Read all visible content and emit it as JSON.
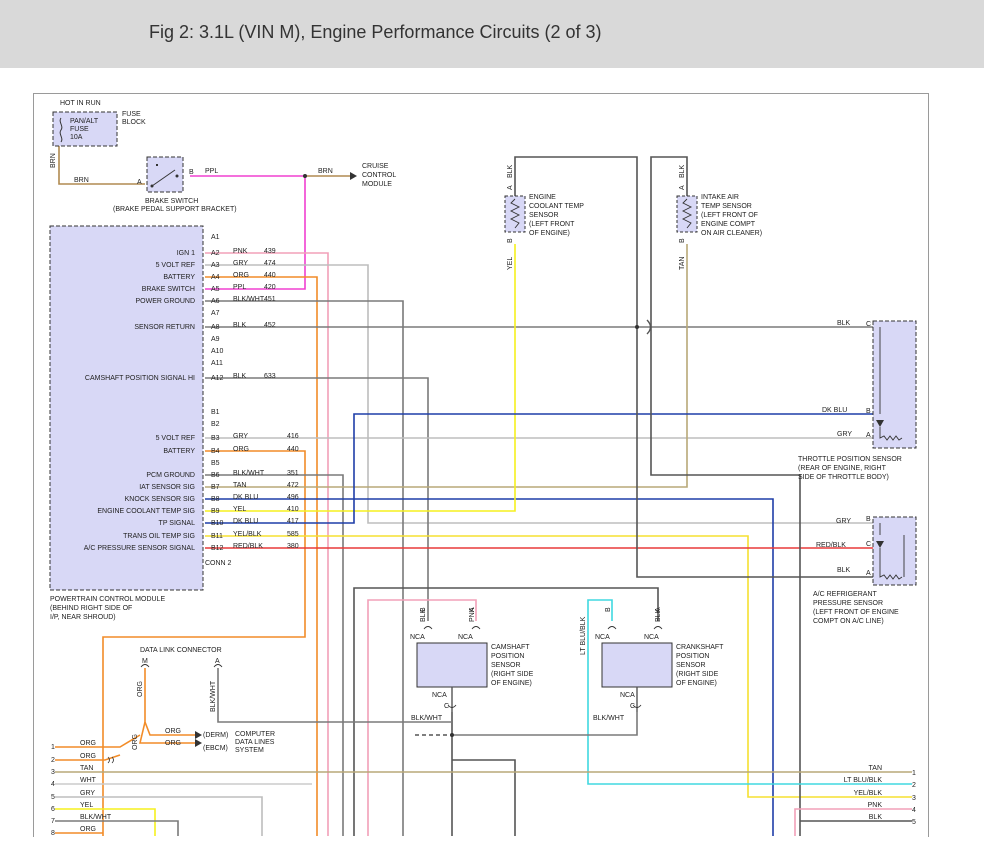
{
  "header": {
    "title": "Fig 2: 3.1L (VIN M), Engine Performance Circuits (2 of 3)"
  },
  "fuse": {
    "hot_in_run": "HOT IN RUN",
    "label_l1": "PAN/ALT",
    "label_l2": "FUSE",
    "label_l3": "10A",
    "block_l1": "FUSE",
    "block_l2": "BLOCK"
  },
  "brake_switch": {
    "title": "BRAKE SWITCH",
    "location": "(BRAKE PEDAL SUPPORT BRACKET)",
    "pin_a": "A",
    "pin_b": "B",
    "wire_in": "BRN",
    "wire_out": "PPL",
    "wire_cruise": "BRN",
    "wire_fuse": "BRN"
  },
  "cruise_module": {
    "l1": "CRUISE",
    "l2": "CONTROL",
    "l3": "MODULE"
  },
  "pcm": {
    "title_l1": "POWERTRAIN CONTROL MODULE",
    "title_l2": "(BEHIND RIGHT SIDE OF",
    "title_l3": "I/P, NEAR SHROUD)",
    "conn2": "CONN 2",
    "conn_a": [
      {
        "pin": "A1",
        "name": "",
        "color": "",
        "circuit": ""
      },
      {
        "pin": "A2",
        "name": "IGN 1",
        "color": "PNK",
        "circuit": "439"
      },
      {
        "pin": "A3",
        "name": "5 VOLT REF",
        "color": "GRY",
        "circuit": "474"
      },
      {
        "pin": "A4",
        "name": "BATTERY",
        "color": "ORG",
        "circuit": "440"
      },
      {
        "pin": "A5",
        "name": "BRAKE SWITCH",
        "color": "PPL",
        "circuit": "420"
      },
      {
        "pin": "A6",
        "name": "POWER GROUND",
        "color": "BLK/WHT",
        "circuit": "451"
      },
      {
        "pin": "A7",
        "name": "",
        "color": "",
        "circuit": ""
      },
      {
        "pin": "A8",
        "name": "SENSOR RETURN",
        "color": "BLK",
        "circuit": "452"
      },
      {
        "pin": "A9",
        "name": "",
        "color": "",
        "circuit": ""
      },
      {
        "pin": "A10",
        "name": "",
        "color": "",
        "circuit": ""
      },
      {
        "pin": "A11",
        "name": "",
        "color": "",
        "circuit": ""
      },
      {
        "pin": "A12",
        "name": "CAMSHAFT POSITION SIGNAL HI",
        "color": "BLK",
        "circuit": "633"
      }
    ],
    "conn_b": [
      {
        "pin": "B1",
        "name": "",
        "color": "",
        "circuit": ""
      },
      {
        "pin": "B2",
        "name": "",
        "color": "",
        "circuit": ""
      },
      {
        "pin": "B3",
        "name": "5 VOLT REF",
        "color": "GRY",
        "circuit": "416"
      },
      {
        "pin": "B4",
        "name": "BATTERY",
        "color": "ORG",
        "circuit": "440"
      },
      {
        "pin": "B5",
        "name": "",
        "color": "",
        "circuit": ""
      },
      {
        "pin": "B6",
        "name": "PCM GROUND",
        "color": "BLK/WHT",
        "circuit": "351"
      },
      {
        "pin": "B7",
        "name": "IAT SENSOR SIG",
        "color": "TAN",
        "circuit": "472"
      },
      {
        "pin": "B8",
        "name": "KNOCK SENSOR SIG",
        "color": "DK BLU",
        "circuit": "496"
      },
      {
        "pin": "B9",
        "name": "ENGINE COOLANT TEMP SIG",
        "color": "YEL",
        "circuit": "410"
      },
      {
        "pin": "B10",
        "name": "TP SIGNAL",
        "color": "DK BLU",
        "circuit": "417"
      },
      {
        "pin": "B11",
        "name": "TRANS OIL TEMP SIG",
        "color": "YEL/BLK",
        "circuit": "585"
      },
      {
        "pin": "B12",
        "name": "A/C PRESSURE SENSOR SIGNAL",
        "color": "RED/BLK",
        "circuit": "380"
      }
    ]
  },
  "ect_sensor": {
    "l1": "ENGINE",
    "l2": "COOLANT TEMP",
    "l3": "SENSOR",
    "l4": "(LEFT FRONT",
    "l5": "OF ENGINE)",
    "pin_a": "A",
    "pin_b": "B",
    "wire_a": "BLK",
    "wire_b": "YEL"
  },
  "iat_sensor": {
    "l1": "INTAKE AIR",
    "l2": "TEMP SENSOR",
    "l3": "(LEFT FRONT OF",
    "l4": "ENGINE COMPT",
    "l5": "ON AIR CLEANER)",
    "pin_a": "A",
    "pin_b": "B",
    "wire_a": "BLK",
    "wire_b": "TAN"
  },
  "tps": {
    "l1": "THROTTLE POSITION SENSOR",
    "l2": "(REAR OF ENGINE, RIGHT",
    "l3": "SIDE OF THROTTLE BODY)",
    "pin_c": "C",
    "pin_b": "B",
    "pin_a": "A",
    "wire_c": "BLK",
    "wire_b": "DK BLU",
    "wire_a": "GRY"
  },
  "ac_sensor": {
    "l1": "A/C REFRIGERANT",
    "l2": "PRESSURE SENSOR",
    "l3": "(LEFT FRONT OF ENGINE",
    "l4": "COMPT ON A/C LINE)",
    "pin_b": "B",
    "pin_c": "C",
    "pin_a": "A",
    "wire_b": "GRY",
    "wire_c": "RED/BLK",
    "wire_a": "BLK"
  },
  "cam_sensor": {
    "l1": "CAMSHAFT",
    "l2": "POSITION",
    "l3": "SENSOR",
    "l4": "(RIGHT SIDE",
    "l5": "OF ENGINE)",
    "pin_b": "B",
    "pin_a": "A",
    "pin_c": "C",
    "nca": "NCA",
    "wire_b": "BLK",
    "wire_a": "PNK",
    "wire_c": "BLK/WHT"
  },
  "crank_sensor": {
    "l1": "CRANKSHAFT",
    "l2": "POSITION",
    "l3": "SENSOR",
    "l4": "(RIGHT SIDE",
    "l5": "OF ENGINE)",
    "pin_b": "B",
    "pin_a": "A",
    "pin_c": "C",
    "nca": "NCA",
    "wire_b": "LT BLU/BLK",
    "wire_a": "BLK",
    "wire_c": "BLK/WHT"
  },
  "dlc": {
    "title": "DATA LINK CONNECTOR",
    "pin_m": "M",
    "pin_a": "A",
    "wire_m": "ORG",
    "wire_a": "BLK/WHT",
    "wire_2": "ORG",
    "wire_3": "ORG",
    "wire_4": "ORG",
    "derm": "(DERM)",
    "ebcm": "(EBCM)",
    "cdl_l1": "COMPUTER",
    "cdl_l2": "DATA LINES",
    "cdl_l3": "SYSTEM"
  },
  "bottom_left": [
    {
      "num": "1",
      "color": "ORG"
    },
    {
      "num": "2",
      "color": "ORG"
    },
    {
      "num": "3",
      "color": "TAN"
    },
    {
      "num": "4",
      "color": "WHT"
    },
    {
      "num": "5",
      "color": "GRY"
    },
    {
      "num": "6",
      "color": "YEL"
    },
    {
      "num": "7",
      "color": "BLK/WHT"
    },
    {
      "num": "8",
      "color": "ORG"
    }
  ],
  "bottom_right": [
    {
      "num": "1",
      "color": "TAN"
    },
    {
      "num": "2",
      "color": "LT BLU/BLK"
    },
    {
      "num": "3",
      "color": "YEL/BLK"
    },
    {
      "num": "4",
      "color": "PNK"
    },
    {
      "num": "5",
      "color": "BLK"
    }
  ],
  "colors": {
    "orange": "#f28c28",
    "pink": "#f2a0b8",
    "gray": "#bdbdbd",
    "darkgray": "#555555",
    "magenta": "#f040d0",
    "yellow": "#f5f01e",
    "tan": "#b8a878",
    "blue": "#1f3ea8",
    "red": "#e83a3a",
    "cyan": "#40d8e0",
    "brown": "#b08a50",
    "module_fill": "#d8d8f6"
  }
}
